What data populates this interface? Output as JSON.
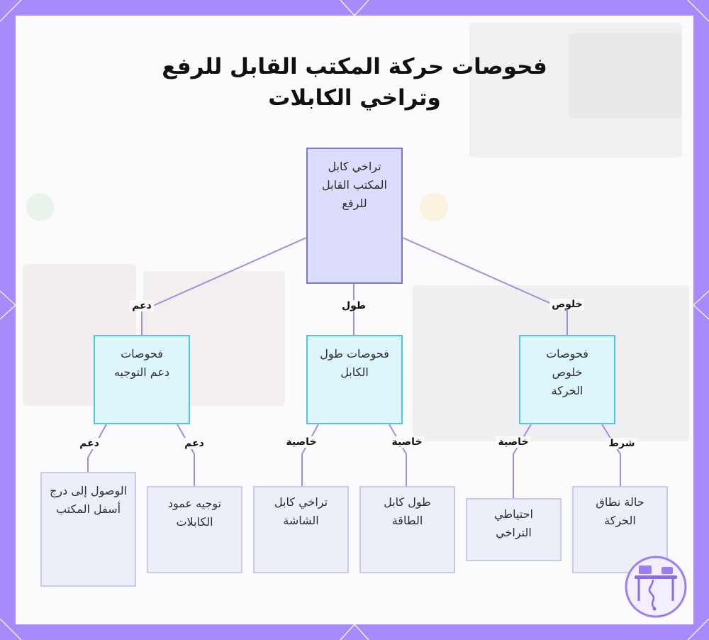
{
  "title": "فحوصات حركة المكتب القابل للرفع وتراخي الكابلات",
  "root": {
    "text": "تراخي كابل المكتب القابل للرفع"
  },
  "categories": [
    {
      "text": "فحوصات دعم التوجيه",
      "edge_label": "دعم"
    },
    {
      "text": "فحوصات طول الكابل",
      "edge_label": "طول"
    },
    {
      "text": "فحوصات خلوص الحركة",
      "edge_label": "خلوص"
    }
  ],
  "leaves": [
    {
      "text": "الوصول إلى درج أسفل المكتب",
      "edge_label": "دعم"
    },
    {
      "text": "توجيه عمود الكابلات",
      "edge_label": "دعم"
    },
    {
      "text": "تراخي كابل الشاشة",
      "edge_label": "خاصية"
    },
    {
      "text": "طول كابل الطاقة",
      "edge_label": "خاصية"
    },
    {
      "text": "احتياطي التراخي",
      "edge_label": "خاصية"
    },
    {
      "text": "حالة نطاق الحركة",
      "edge_label": "شرط"
    }
  ],
  "colors": {
    "border_frame": "#a78bfa",
    "root_fill": "#dcdcfc",
    "root_stroke": "#7a7acd",
    "category_fill": "#ddf6fc",
    "category_stroke": "#4cc5e6",
    "leaf_fill": "#eceff7",
    "leaf_stroke": "#c8cbe8",
    "edge": "#a78bdd"
  },
  "icons": {
    "logo": "desk-logo-icon"
  }
}
